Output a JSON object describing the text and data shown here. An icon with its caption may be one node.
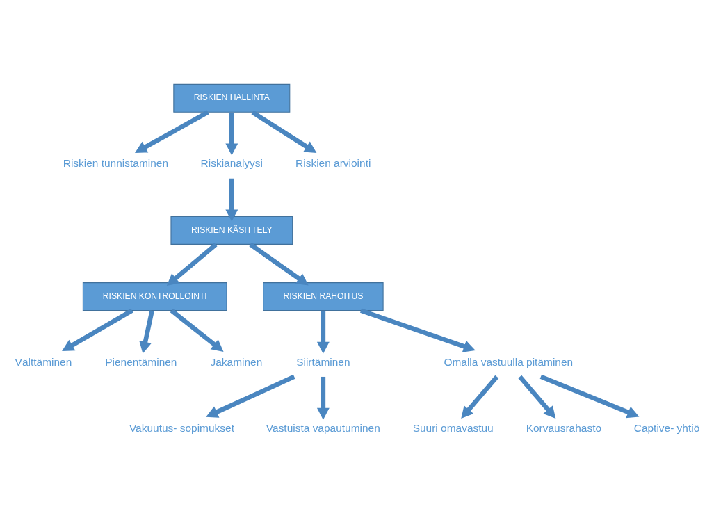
{
  "diagram": {
    "nodes": [
      {
        "text": [
          "RISKIEN HALLINTA"
        ]
      },
      {
        "text": [
          "Riskien tunnistaminen"
        ]
      },
      {
        "text": [
          "Riskianalyysi"
        ]
      },
      {
        "text": [
          "Riskien arviointi"
        ]
      },
      {
        "text": [
          "RISKIEN KÄSITTELY"
        ]
      },
      {
        "text": [
          "RISKIEN KONTROLLOINTI"
        ]
      },
      {
        "text": [
          "RISKIEN RAHOITUS"
        ]
      },
      {
        "text": [
          "Välttäminen"
        ]
      },
      {
        "text": [
          "Pienentäminen"
        ]
      },
      {
        "text": [
          "Jakaminen"
        ]
      },
      {
        "text": [
          "Siirtäminen"
        ]
      },
      {
        "text": [
          "Omalla vastuulla pitäminen"
        ]
      },
      {
        "text": [
          "Vakuutus- sopimukset"
        ]
      },
      {
        "text": [
          "Vastuista vapautuminen"
        ]
      },
      {
        "text": [
          "Suuri omavastuu"
        ]
      },
      {
        "text": [
          "Korvausrahasto"
        ]
      },
      {
        "text": [
          "Captive- yhtiö"
        ]
      }
    ],
    "edges": [
      {
        "from": 0,
        "to": 1,
        "arrow": "to"
      },
      {
        "from": 0,
        "to": 2,
        "arrow": "to"
      },
      {
        "from": 0,
        "to": 3,
        "arrow": "to"
      },
      {
        "from": 2,
        "to": 4,
        "arrow": "to"
      },
      {
        "from": 4,
        "to": 5,
        "arrow": "to"
      },
      {
        "from": 4,
        "to": 6,
        "arrow": "to"
      },
      {
        "from": 5,
        "to": 7,
        "arrow": "to"
      },
      {
        "from": 5,
        "to": 8,
        "arrow": "to"
      },
      {
        "from": 5,
        "to": 9,
        "arrow": "to"
      },
      {
        "from": 6,
        "to": 10,
        "arrow": "to"
      },
      {
        "from": 6,
        "to": 11,
        "arrow": "to"
      },
      {
        "from": 10,
        "to": 12,
        "arrow": "to"
      },
      {
        "from": 10,
        "to": 13,
        "arrow": "to"
      },
      {
        "from": 11,
        "to": 14,
        "arrow": "to"
      },
      {
        "from": 11,
        "to": 15,
        "arrow": "to"
      },
      {
        "from": 11,
        "to": 16,
        "arrow": "to"
      }
    ]
  }
}
